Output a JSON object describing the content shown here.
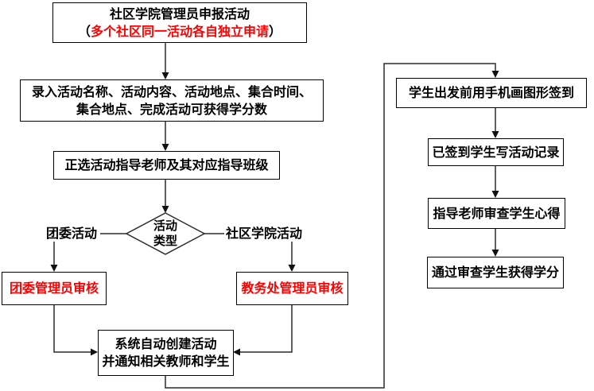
{
  "diagram": {
    "title_semantic": "activity-application-flowchart",
    "colors": {
      "background": "#ffffff",
      "line": "#000000",
      "box_border": "#000000",
      "text": "#000000",
      "highlight_red": "#ff0000"
    },
    "nodes": {
      "apply_activity": {
        "line1": "社区学院管理员申报活动",
        "open_paren": "（",
        "red_note": "多个社区同一活动各自独立申请",
        "close_paren": "）"
      },
      "enter_details": {
        "line1": "录入活动名称、活动内容、活动地点、集合时间、",
        "line2": "集合地点、完成活动可获得学分数"
      },
      "select_teacher": {
        "label": "正选活动指导老师及其对应指导班级"
      },
      "decision_activity_type": {
        "line1": "活动",
        "line2": "类型"
      },
      "branch_left_label": "团委活动",
      "branch_right_label": "社区学院活动",
      "league_admin_review": {
        "label": "团委管理员审核"
      },
      "academic_admin_review": {
        "label": "教务处管理员审核"
      },
      "system_create": {
        "line1": "系统自动创建活动",
        "line2": "并通知相关教师和学生"
      },
      "sign_in": {
        "label": "学生出发前用手机画图形签到"
      },
      "write_record": {
        "label": "已签到学生写活动记录"
      },
      "teacher_review": {
        "label": "指导老师审查学生心得"
      },
      "gain_credit": {
        "label": "通过审查学生获得学分"
      }
    }
  }
}
